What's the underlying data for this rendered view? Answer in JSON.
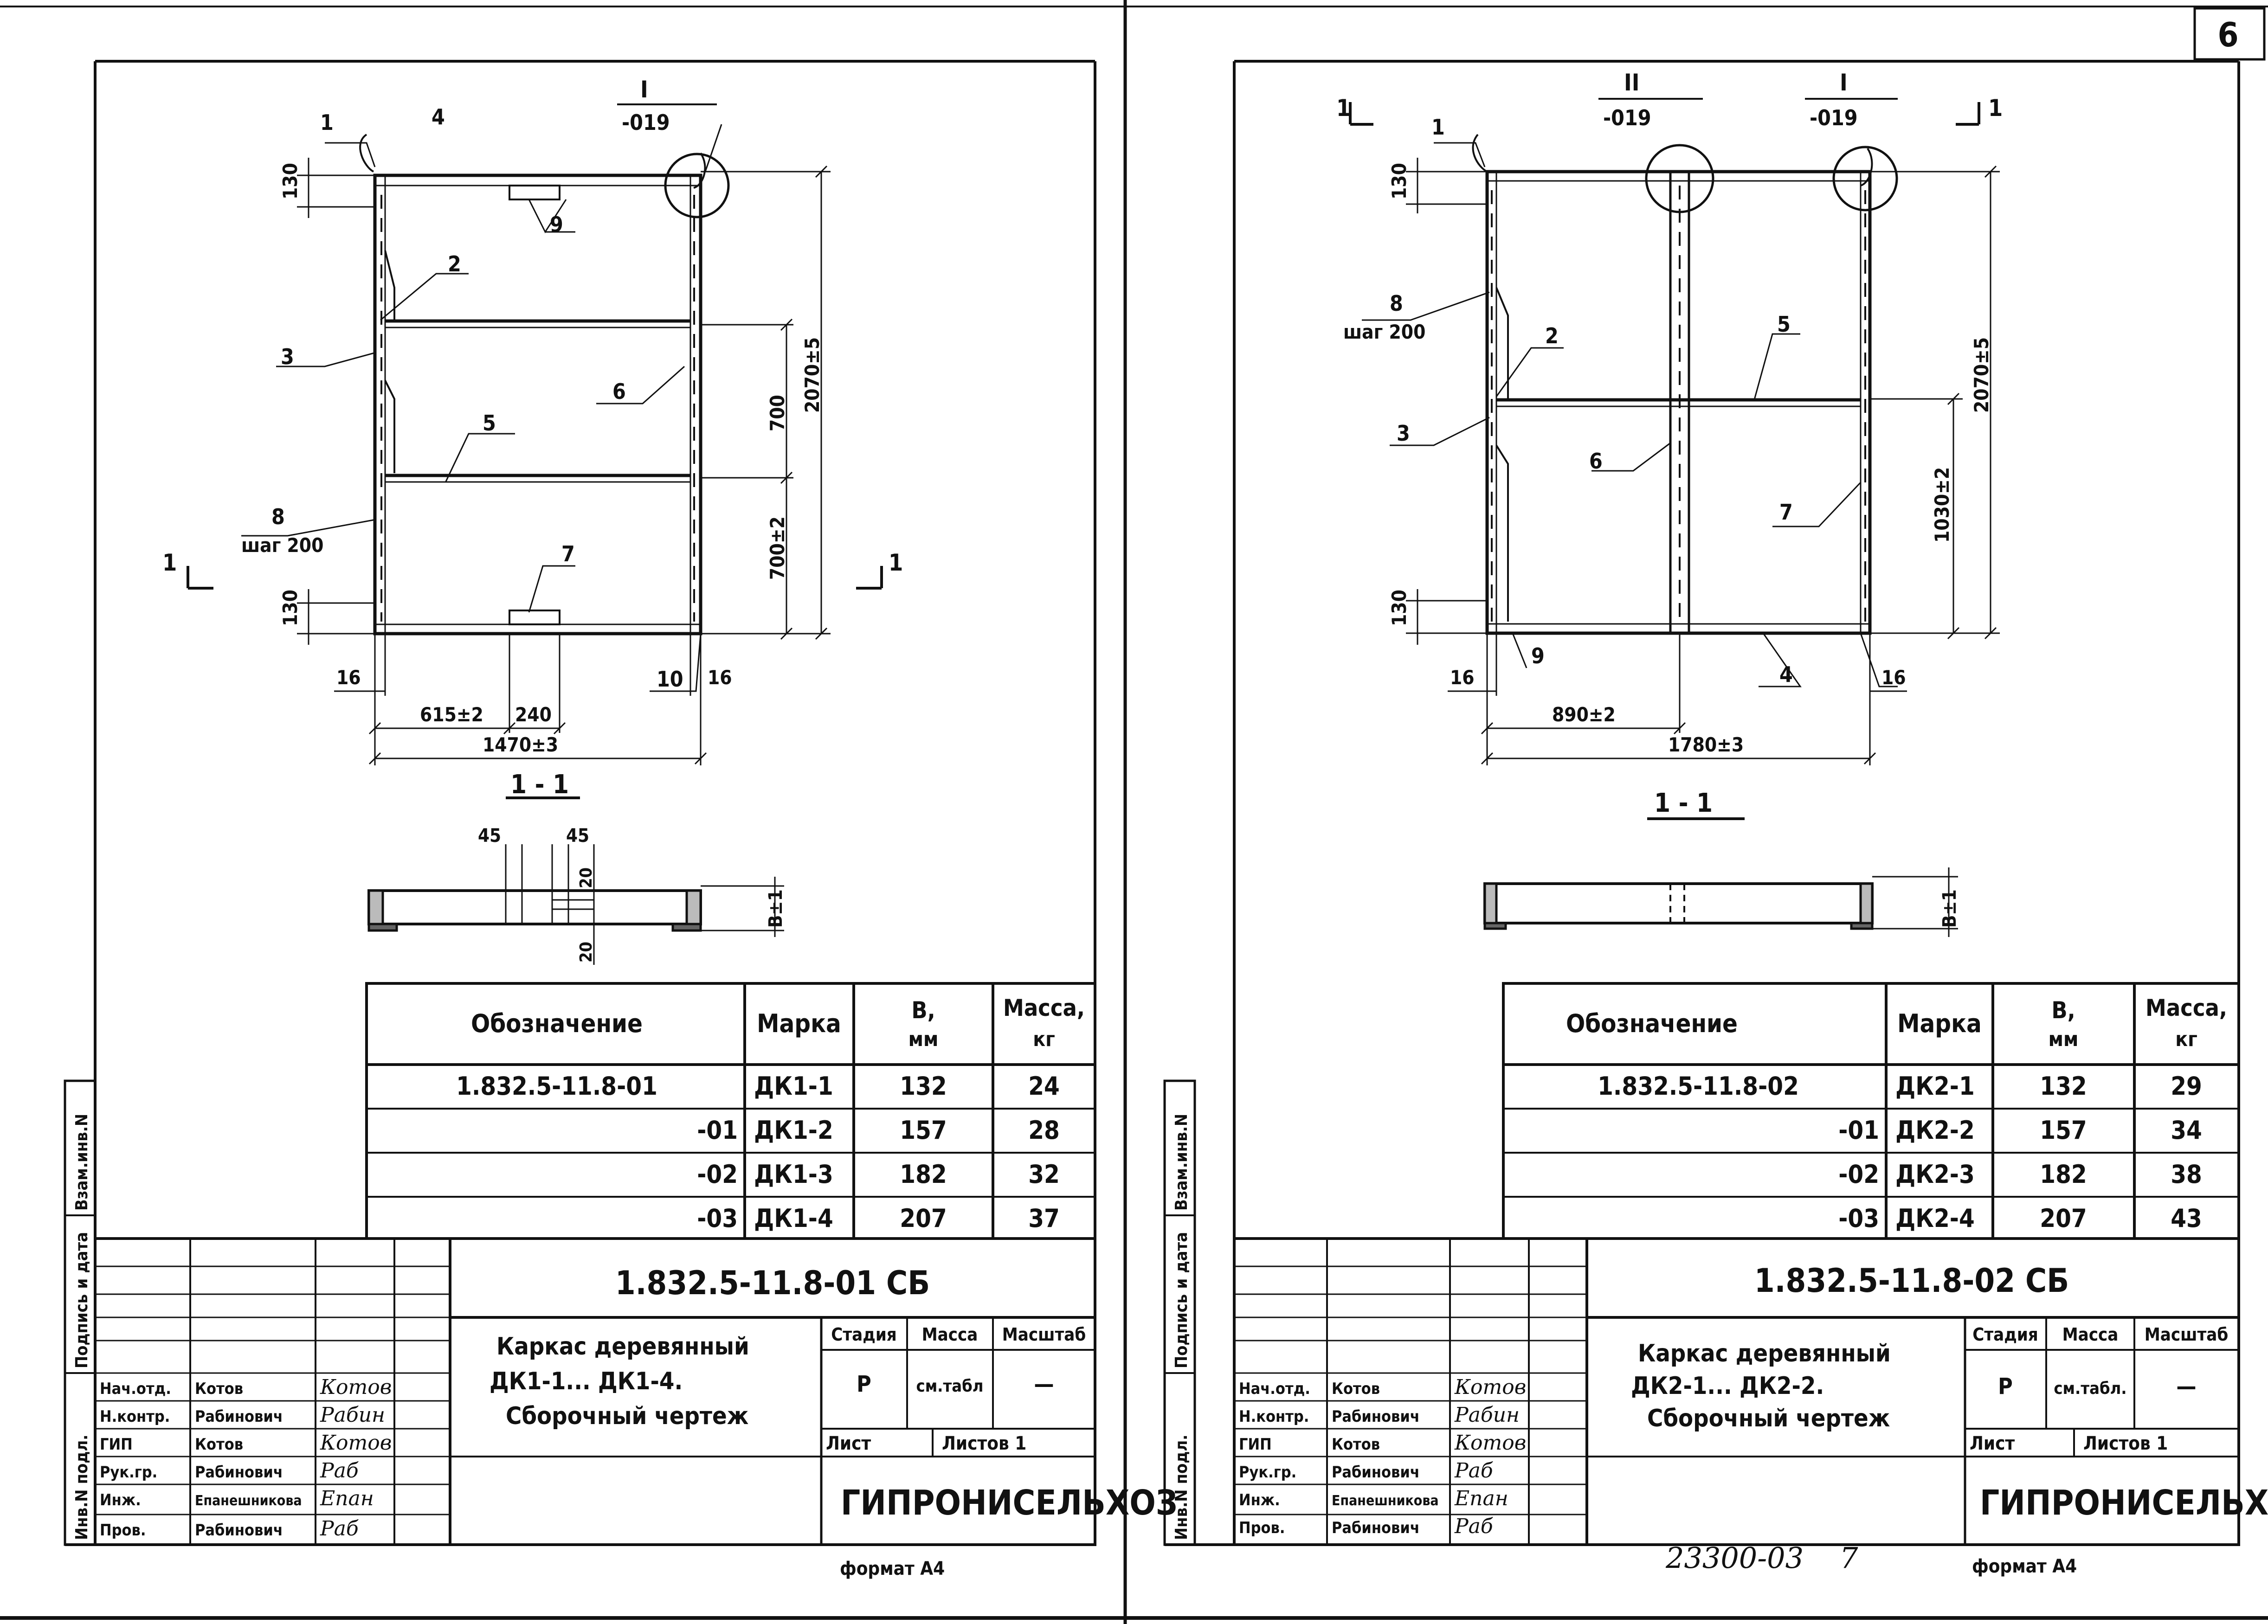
{
  "page": {
    "number": "6",
    "handwritten": "23300-03",
    "handwritten_page": "7"
  },
  "section": "1 - 1",
  "left": {
    "callouts": {
      "c1": "1",
      "c2": "2",
      "c3": "3",
      "c4": "4",
      "c5": "5",
      "c6": "6",
      "c7": "7",
      "c8": "8",
      "c9": "9",
      "c10": "10",
      "step": "шаг 200"
    },
    "detail": {
      "num": "I",
      "ref": "-019"
    },
    "section_marks": {
      "a": "1",
      "b": "1"
    },
    "dims": {
      "d130a": "130",
      "d130b": "130",
      "d700": "700",
      "d700b": "700±2",
      "d2070": "2070±5",
      "d16a": "16",
      "d16b": "16",
      "d615": "615±2",
      "d240": "240",
      "d1470": "1470±3",
      "d45a": "45",
      "d45b": "45",
      "d20a": "20",
      "d20b": "20",
      "dB": "B±1"
    },
    "table": {
      "headers": {
        "designation": "Обозначение",
        "mark": "Марка",
        "b": "В,",
        "b_unit": "мм",
        "mass": "Масса,",
        "mass_unit": "кг"
      },
      "rows": [
        {
          "designation": "1.832.5-11.8-01",
          "mark": "ДК1-1",
          "b": "132",
          "mass": "24"
        },
        {
          "designation": "-01",
          "mark": "ДК1-2",
          "b": "157",
          "mass": "28"
        },
        {
          "designation": "-02",
          "mark": "ДК1-3",
          "b": "182",
          "mass": "32"
        },
        {
          "designation": "-03",
          "mark": "ДК1-4",
          "b": "207",
          "mass": "37"
        }
      ]
    },
    "title_block": {
      "code": "1.832.5-11.8-01 СБ",
      "title_lines": [
        "Каркас деревянный",
        "ДК1-1... ДК1-4.",
        "Сборочный чертеж"
      ],
      "stage_hdr": "Стадия",
      "mass_hdr": "Масса",
      "scale_hdr": "Масштаб",
      "stage": "Р",
      "mass": "см.табл",
      "scale": "—",
      "sheet": "Лист",
      "sheets": "Листов 1",
      "org": "ГИПРОНИСЕЛЬХОЗ",
      "people": [
        {
          "role": "Нач.отд.",
          "name": "Котов",
          "sign": "Котов"
        },
        {
          "role": "Н.контр.",
          "name": "Рабинович",
          "sign": "Рабин"
        },
        {
          "role": "ГИП",
          "name": "Котов",
          "sign": "Котов"
        },
        {
          "role": "Рук.гр.",
          "name": "Рабинович",
          "sign": "Раб"
        },
        {
          "role": "Инж.",
          "name": "Епанешникова",
          "sign": "Епан"
        },
        {
          "role": "Пров.",
          "name": "Рабинович",
          "sign": "Раб"
        }
      ]
    },
    "side_stamp": [
      "Инв.N подл.",
      "Подпись и дата",
      "Взам.инв.N"
    ],
    "format": "формат А4"
  },
  "right": {
    "callouts": {
      "c1": "1",
      "c2": "2",
      "c3": "3",
      "c4": "4",
      "c5": "5",
      "c6": "6",
      "c7": "7",
      "c8": "8",
      "c9": "9",
      "step": "шаг 200"
    },
    "detail1": {
      "num": "II",
      "ref": "-019"
    },
    "detail2": {
      "num": "I",
      "ref": "-019"
    },
    "section_marks": {
      "a": "1",
      "b": "1"
    },
    "dims": {
      "d130a": "130",
      "d130b": "130",
      "d1030": "1030±2",
      "d2070": "2070±5",
      "d16a": "16",
      "d16b": "16",
      "d890": "890±2",
      "d1780": "1780±3",
      "dB": "B±1"
    },
    "table": {
      "headers": {
        "designation": "Обозначение",
        "mark": "Марка",
        "b": "В,",
        "b_unit": "мм",
        "mass": "Масса,",
        "mass_unit": "кг"
      },
      "rows": [
        {
          "designation": "1.832.5-11.8-02",
          "mark": "ДК2-1",
          "b": "132",
          "mass": "29"
        },
        {
          "designation": "-01",
          "mark": "ДК2-2",
          "b": "157",
          "mass": "34"
        },
        {
          "designation": "-02",
          "mark": "ДК2-3",
          "b": "182",
          "mass": "38"
        },
        {
          "designation": "-03",
          "mark": "ДК2-4",
          "b": "207",
          "mass": "43"
        }
      ]
    },
    "title_block": {
      "code": "1.832.5-11.8-02 СБ",
      "title_lines": [
        "Каркас деревянный",
        "ДК2-1... ДК2-2.",
        "Сборочный чертеж"
      ],
      "stage_hdr": "Стадия",
      "mass_hdr": "Масса",
      "scale_hdr": "Масштаб",
      "stage": "Р",
      "mass": "см.табл.",
      "scale": "—",
      "sheet": "Лист",
      "sheets": "Листов 1",
      "org": "ГИПРОНИСЕЛЬХОЗ",
      "people": [
        {
          "role": "Нач.отд.",
          "name": "Котов",
          "sign": "Котов"
        },
        {
          "role": "Н.контр.",
          "name": "Рабинович",
          "sign": "Рабин"
        },
        {
          "role": "ГИП",
          "name": "Котов",
          "sign": "Котов"
        },
        {
          "role": "Рук.гр.",
          "name": "Рабинович",
          "sign": "Раб"
        },
        {
          "role": "Инж.",
          "name": "Епанешникова",
          "sign": "Епан"
        },
        {
          "role": "Пров.",
          "name": "Рабинович",
          "sign": "Раб"
        }
      ]
    },
    "side_stamp": [
      "Инв.N подл.",
      "Подпись и дата",
      "Взам.инв.N"
    ],
    "format": "формат А4"
  }
}
